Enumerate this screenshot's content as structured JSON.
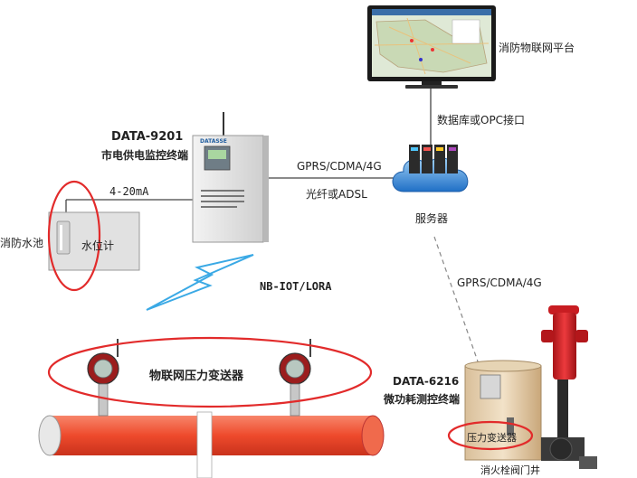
{
  "platform": {
    "label": "消防物联网平台"
  },
  "interface": {
    "label": "数据库或OPC接口"
  },
  "server": {
    "label": "服务器"
  },
  "terminal_9201": {
    "model": "DATA-9201",
    "name": "市电供电监控终端",
    "brand": "DATASSE"
  },
  "link_gprs": {
    "label": "GPRS/CDMA/4G"
  },
  "link_fiber": {
    "label": "光纤或ADSL"
  },
  "signal_current": {
    "label": "4-20mA"
  },
  "pool": {
    "label": "消防水池"
  },
  "level_meter": {
    "label": "水位计"
  },
  "wireless": {
    "label": "NB-IOT/LORA"
  },
  "link_gprs_right": {
    "label": "GPRS/CDMA/4G"
  },
  "terminal_6216": {
    "model": "DATA-6216",
    "name": "微功耗测控终端"
  },
  "pressure_sensor_group": {
    "label": "物联网压力变送器"
  },
  "pressure_sensor_well": {
    "label": "压力变送器"
  },
  "valve_well": {
    "label": "消火栓阀门井"
  },
  "colors": {
    "accent_red": "#e22b2b",
    "pipe": "#ee5533",
    "cloud": "#3d8fd8",
    "hydrant": "#d8252a"
  }
}
